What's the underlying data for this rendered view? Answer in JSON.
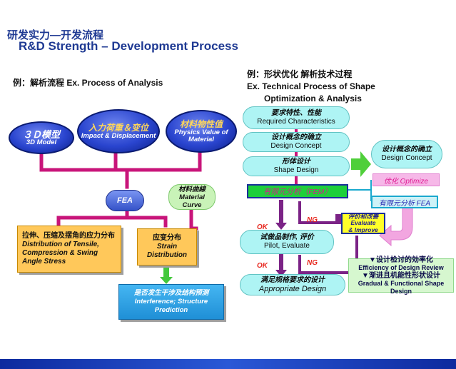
{
  "header": {
    "title_cn": "研发实力—开发流程",
    "title_en": "R&D Strength – Development Process"
  },
  "left": {
    "section_title": "例：解析流程  Ex. Process of Analysis",
    "ovals": [
      {
        "cn": "３Ｄ模型",
        "en": "3D Model"
      },
      {
        "cn": "入力荷重＆变位",
        "en": "Impact & Displacement"
      },
      {
        "cn": "材料物性值",
        "en": "Physics Value of Material"
      }
    ],
    "fea": "FEA",
    "material_curve": {
      "cn": "材料曲線",
      "en": "Material Curve"
    },
    "distribution": {
      "cn": "拉伸、压缩及摆角的应力分布",
      "en": "Distribution of Tensile, Compression & Swing Angle Stress"
    },
    "strain": {
      "cn": "应变分布",
      "en": "Strain Distribution"
    },
    "interference": {
      "cn": "是否发生干涉及结构预测",
      "en": "Interference; Structure Prediction"
    }
  },
  "right": {
    "section_title_line1": "例：形状优化 解析技术过程",
    "section_title_line2": "Ex. Technical Process of Shape",
    "section_title_line3": "Optimization & Analysis",
    "steps": [
      {
        "cn": "要求特性、性能",
        "en": "Required Characteristics"
      },
      {
        "cn": "设计概念的确立",
        "en": "Design Concept"
      },
      {
        "cn": "形体设计",
        "en": "Shape Design"
      }
    ],
    "fem": "有限元分析（FEM）",
    "pilot": {
      "cn": "试做品制作, 评价",
      "en": "Pilot, Evaluate"
    },
    "appropriate": {
      "cn": "满足规格要求的设计",
      "en": "Appropriate Design"
    },
    "side_concept": {
      "cn": "设计概念的确立",
      "en": "Design Concept"
    },
    "optimize": "优化 Optimize",
    "side_fea": "有限元分析 FEA",
    "evaluate": {
      "cn": "评价和改善",
      "en1": "Evaluate",
      "en2": "& Improve"
    },
    "ok1": "OK",
    "ng1": "NG",
    "ok2": "OK",
    "ng2": "NG",
    "review": {
      "line1": "▼设计检讨的効率化",
      "line2": "Efficiency of Design Review",
      "line3": "▼渐进且机能性形状设计",
      "line4": "Gradual & Functional Shape Design"
    }
  },
  "colors": {
    "title": "#1f3a93",
    "connector": "#c8157a",
    "flow_arrow": "#7b2386",
    "ok_ng": "#e7271e"
  }
}
